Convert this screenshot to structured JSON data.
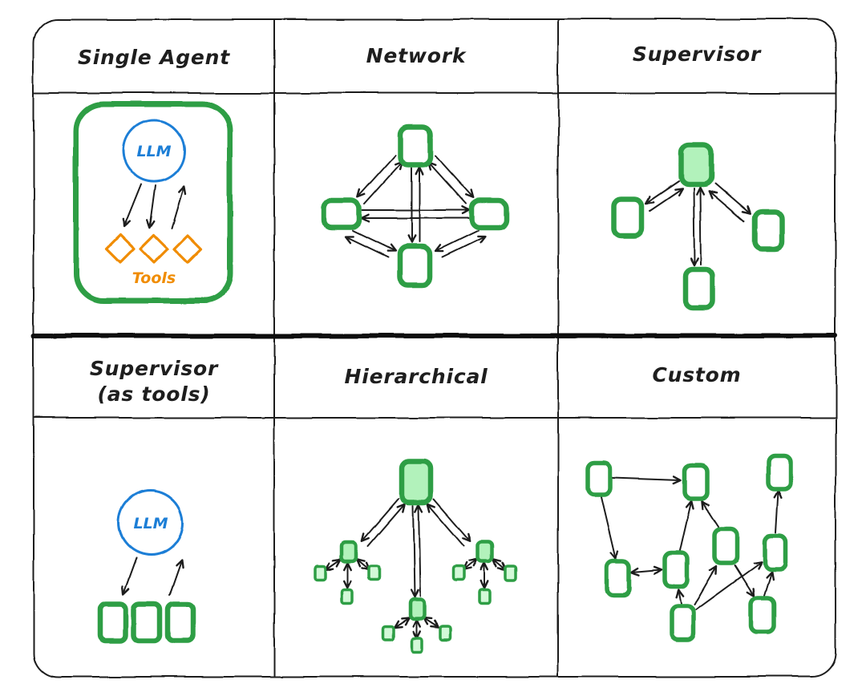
{
  "diagram": {
    "cells": [
      {
        "title": "Single Agent"
      },
      {
        "title": "Network"
      },
      {
        "title": "Supervisor"
      },
      {
        "title": "Supervisor",
        "subtitle": "(as tools)"
      },
      {
        "title": "Hierarchical"
      },
      {
        "title": "Custom"
      }
    ],
    "labels": {
      "llm": "LLM",
      "tools": "Tools"
    },
    "colors": {
      "ink": "#1e1e1e",
      "agent_green_stroke": "#2f9e44",
      "agent_green_fill": "#b2f2bb",
      "llm_blue": "#1c7ed6",
      "tools_orange": "#f08c00",
      "background": "#ffffff"
    }
  }
}
